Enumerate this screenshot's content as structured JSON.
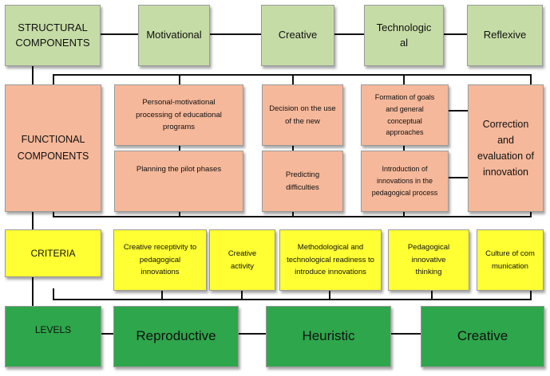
{
  "structural": {
    "title": "STRUCTURAL COMPONENTS",
    "motivational": "Motivational",
    "creative": "Creative",
    "technological": "Technological",
    "reflexive": "Reflexive"
  },
  "functional": {
    "title": "FUNCTIONAL COMPONENTS",
    "personal_motivational": "Personal-motivational processing of educational programs",
    "planning_pilot": "Planning the pilot phases",
    "decision_new": "Decision on the use of the new",
    "predicting": "Predicting difficulties",
    "formation_goals": "Formation of goals and general conceptual approaches",
    "introduction": "Introduction of innovations in the pedagogical process",
    "correction": "Correction and evaluation of innovation"
  },
  "criteria": {
    "title": "CRITERIA",
    "receptivity": "Creative receptivity to pedagogical innovations",
    "activity": "Creative activity",
    "readiness": "Methodological and technological readiness to introduce innovations",
    "thinking": "Pedagogical innovative thinking",
    "culture": "Culture of communication"
  },
  "levels": {
    "title": "LEVELS",
    "reproductive": "Reproductive",
    "heuristic": "Heuristic",
    "creative": "Creative"
  },
  "colors": {
    "structural_fill": "#c6dca6",
    "functional_fill": "#f6b89a",
    "criteria_fill": "#ffff33",
    "levels_fill": "#2ea64b",
    "connector": "#111111"
  }
}
